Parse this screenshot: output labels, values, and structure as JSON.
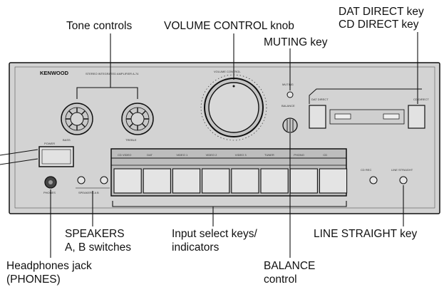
{
  "labels": {
    "tone_controls": "Tone controls",
    "volume_knob": "VOLUME CONTROL knob",
    "dat_direct": "DAT DIRECT key",
    "cd_direct": "CD DIRECT key",
    "muting": "MUTING key",
    "speakers_1": "SPEAKERS",
    "speakers_2": "A, B switches",
    "input_select_1": "Input select keys/",
    "input_select_2": "indicators",
    "line_straight": "LINE STRAIGHT key",
    "headphones_1": "Headphones jack",
    "headphones_2": "(PHONES)",
    "balance_1": "BALANCE",
    "balance_2": "control"
  },
  "panel": {
    "brand": "KENWOOD",
    "model": "STEREO INTEGRATED AMPLIFIER A-74",
    "volume_text": "VOLUME CONTROL",
    "bass_text": "BASS",
    "treble_text": "TREBLE",
    "muting_text": "MUTING",
    "balance_text": "BALANCE",
    "dat_direct_text": "DAT DIRECT",
    "cd_direct_text": "CD DIRECT",
    "power_text": "POWER",
    "phones_text": "PHONES",
    "speakers_text": "SPEAKERS A B",
    "cd_rec_text": "CD REC",
    "line_straight_text": "LINE STRAIGHT",
    "input_labels": [
      "CD VIDEO",
      "DAT",
      "VIDEO 1",
      "VIDEO 2",
      "VIDEO 3",
      "TUNER",
      "PHONO",
      "CD"
    ]
  }
}
